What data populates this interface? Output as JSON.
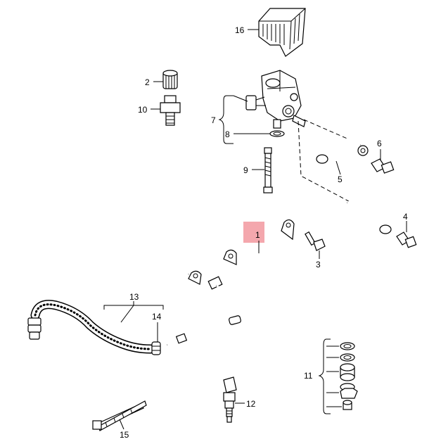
{
  "highlight_color": "#f4a7ad",
  "labels": {
    "p1": "1",
    "p2": "2",
    "p3": "3",
    "p4": "4",
    "p5": "5",
    "p6": "6",
    "p7": "7",
    "p8": "8",
    "p9": "9",
    "p10": "10",
    "p11": "11",
    "p12": "12",
    "p13": "13",
    "p14": "14",
    "p15": "15",
    "p16": "16"
  }
}
